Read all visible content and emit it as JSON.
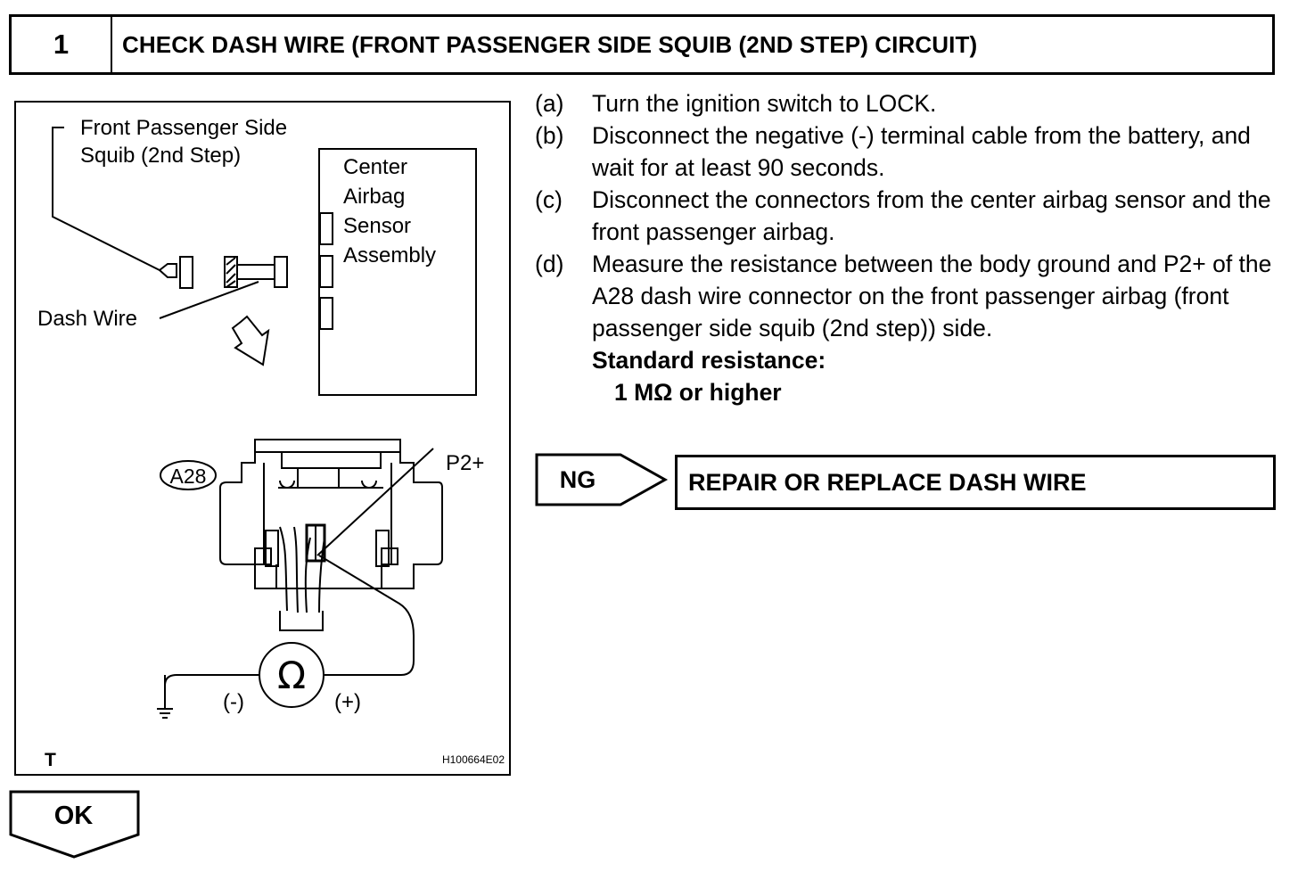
{
  "header": {
    "step_number": "1",
    "title": "CHECK DASH WIRE (FRONT PASSENGER SIDE SQUIB (2ND STEP) CIRCUIT)"
  },
  "figure": {
    "squib_label_line1": "Front Passenger Side",
    "squib_label_line2": "Squib (2nd Step)",
    "sensor_label_line1": "Center",
    "sensor_label_line2": "Airbag",
    "sensor_label_line3": "Sensor",
    "sensor_label_line4": "Assembly",
    "dash_wire_label": "Dash Wire",
    "connector_id": "A28",
    "terminal_label": "P2+",
    "ohm_symbol": "Ω",
    "negative_label": "(-)",
    "positive_label": "(+)",
    "corner_mark": "T",
    "figure_code": "H100664E02"
  },
  "instructions": [
    {
      "label": "(a)",
      "text": "Turn the ignition switch to LOCK."
    },
    {
      "label": "(b)",
      "text": "Disconnect the negative (-) terminal cable from the battery, and wait for at least 90 seconds."
    },
    {
      "label": "(c)",
      "text": "Disconnect the connectors from the center airbag sensor and the front passenger airbag."
    },
    {
      "label": "(d)",
      "text": "Measure the resistance between the body ground and P2+ of the A28 dash wire connector on the front passenger airbag (front passenger side squib (2nd step)) side."
    }
  ],
  "standard": {
    "label": "Standard resistance:",
    "value": "1 MΩ or higher"
  },
  "result_ng": {
    "label": "NG",
    "action": "REPAIR OR REPLACE DASH WIRE"
  },
  "result_ok": {
    "label": "OK"
  }
}
